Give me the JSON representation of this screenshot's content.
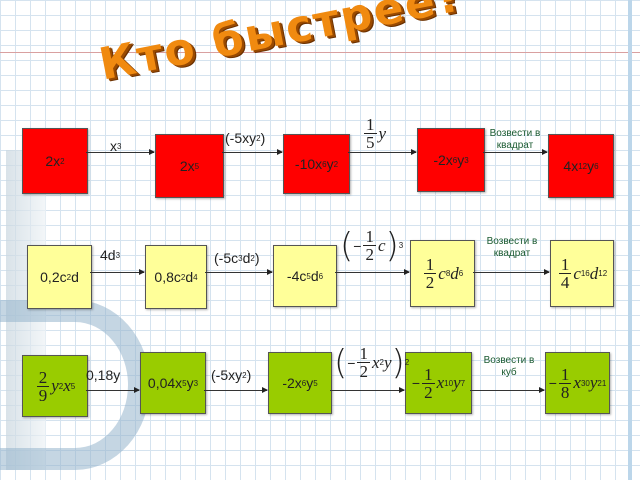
{
  "title": "Кто быстрее?",
  "colors": {
    "row1": "#ff0000",
    "row2": "#ffff99",
    "row3": "#99cc00"
  },
  "rows": [
    {
      "boxes": [
        [
          {
            "t": "2x"
          },
          {
            "sup": "2"
          }
        ],
        [
          {
            "t": "2x"
          },
          {
            "sup": "5"
          }
        ],
        [
          {
            "t": "-10x"
          },
          {
            "sup": "6"
          },
          {
            "t": "y"
          },
          {
            "sup": "2"
          }
        ],
        [
          {
            "t": "-2x"
          },
          {
            "sup": "6"
          },
          {
            "t": "y"
          },
          {
            "sup": "3"
          }
        ],
        [
          {
            "t": "4x"
          },
          {
            "sup": "12"
          },
          {
            "t": "y"
          },
          {
            "sup": "6"
          }
        ]
      ],
      "ops": [
        [
          {
            "t": "x"
          },
          {
            "sup": "3"
          }
        ],
        [
          {
            "t": "(-5xy"
          },
          {
            "sup": "2"
          },
          {
            "t": ")"
          }
        ],
        [
          {
            "frac": [
              "1",
              "5"
            ]
          },
          {
            "i": "y"
          }
        ],
        [
          {
            "t": "Возвести в квадрат"
          }
        ]
      ]
    },
    {
      "boxes": [
        [
          {
            "t": "0,2c"
          },
          {
            "sup": "2"
          },
          {
            "t": "d"
          }
        ],
        [
          {
            "t": "0,8c"
          },
          {
            "sup": "2"
          },
          {
            "t": "d"
          },
          {
            "sup": "4"
          }
        ],
        [
          {
            "t": "-4c"
          },
          {
            "sup": "5"
          },
          {
            "t": "d"
          },
          {
            "sup": "6"
          }
        ],
        [
          {
            "frac": [
              "1",
              "2"
            ]
          },
          {
            "i": "c"
          },
          {
            "sup": "8"
          },
          {
            "i": "d"
          },
          {
            "sup": "6"
          }
        ],
        [
          {
            "frac": [
              "1",
              "4"
            ]
          },
          {
            "i": "c"
          },
          {
            "sup": "16"
          },
          {
            "i": "d"
          },
          {
            "sup": "12"
          }
        ]
      ],
      "ops": [
        [
          {
            "t": "4d"
          },
          {
            "sup": "3"
          }
        ],
        [
          {
            "t": "(-5c"
          },
          {
            "sup": "3"
          },
          {
            "t": "d"
          },
          {
            "sup": "2"
          },
          {
            "t": ")"
          }
        ],
        [
          {
            "p": "("
          },
          {
            "t": "− "
          },
          {
            "frac": [
              "1",
              "2"
            ]
          },
          {
            "i": "c"
          },
          {
            "p": ")"
          },
          {
            "sup": "3"
          }
        ],
        [
          {
            "t": "Возвести в квадрат"
          }
        ]
      ]
    },
    {
      "boxes": [
        [
          {
            "frac": [
              "2",
              "9"
            ]
          },
          {
            "i": "y"
          },
          {
            "sup": "2"
          },
          {
            "i": "x"
          },
          {
            "sup": "5"
          }
        ],
        [
          {
            "t": "0,04x"
          },
          {
            "sup": "5"
          },
          {
            "t": "y"
          },
          {
            "sup": "3"
          }
        ],
        [
          {
            "t": "-2x"
          },
          {
            "sup": "6"
          },
          {
            "t": "y"
          },
          {
            "sup": "5"
          }
        ],
        [
          {
            "t": "−"
          },
          {
            "frac": [
              "1",
              "2"
            ]
          },
          {
            "i": "x"
          },
          {
            "sup": "10"
          },
          {
            "i": "y"
          },
          {
            "sup": "7"
          }
        ],
        [
          {
            "t": "−"
          },
          {
            "frac": [
              "1",
              "8"
            ]
          },
          {
            "i": "x"
          },
          {
            "sup": "30"
          },
          {
            "i": "y"
          },
          {
            "sup": "21"
          }
        ]
      ],
      "ops": [
        [
          {
            "t": "0,18y"
          }
        ],
        [
          {
            "t": "(-5xy"
          },
          {
            "sup": "2"
          },
          {
            "t": ")"
          }
        ],
        [
          {
            "p": "("
          },
          {
            "t": "− "
          },
          {
            "frac": [
              "1",
              "2"
            ]
          },
          {
            "i": "x"
          },
          {
            "sup": "2"
          },
          {
            "i": "y"
          },
          {
            "p": ")"
          },
          {
            "sup": "2"
          }
        ],
        [
          {
            "t": "Возвести в куб"
          }
        ]
      ]
    }
  ]
}
